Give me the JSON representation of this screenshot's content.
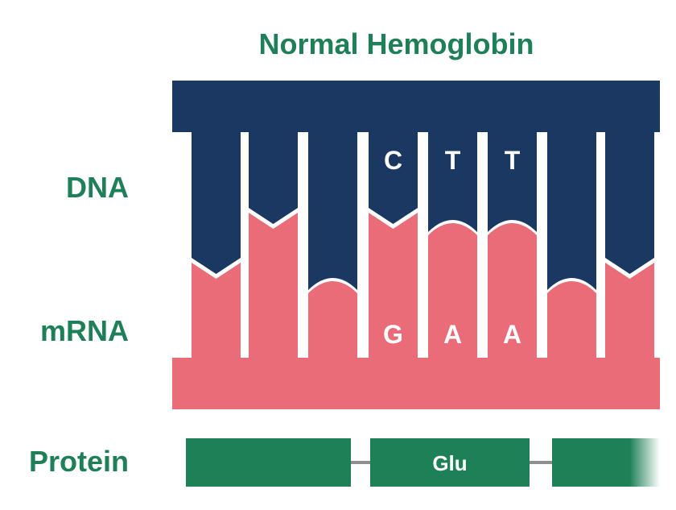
{
  "title": "Normal Hemoglobin",
  "labels": {
    "dna": "DNA",
    "mrna": "mRNA",
    "protein": "Protein"
  },
  "dna_bases": [
    "",
    "",
    "",
    "C",
    "T",
    "T",
    "",
    ""
  ],
  "mrna_bases": [
    "",
    "",
    "",
    "G",
    "A",
    "A",
    "",
    ""
  ],
  "protein_segments": [
    "",
    "Glu",
    ""
  ],
  "colors": {
    "dna": "#1b3862",
    "mrna": "#e96c78",
    "protein": "#1e8057",
    "label": "#1f7f58"
  }
}
